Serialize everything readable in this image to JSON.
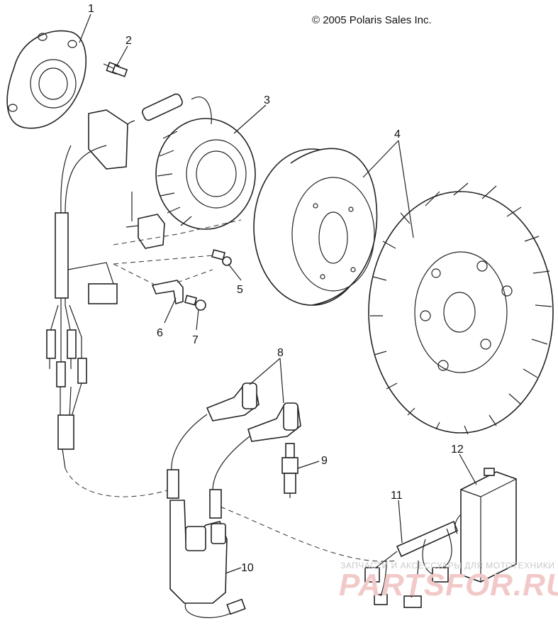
{
  "copyright": "© 2005 Polaris Sales Inc.",
  "callouts": [
    {
      "id": "1",
      "label": "1"
    },
    {
      "id": "2",
      "label": "2"
    },
    {
      "id": "3",
      "label": "3"
    },
    {
      "id": "4",
      "label": "4"
    },
    {
      "id": "5",
      "label": "5"
    },
    {
      "id": "6",
      "label": "6"
    },
    {
      "id": "7",
      "label": "7"
    },
    {
      "id": "8",
      "label": "8"
    },
    {
      "id": "9",
      "label": "9"
    },
    {
      "id": "10",
      "label": "10"
    },
    {
      "id": "11",
      "label": "11"
    },
    {
      "id": "12",
      "label": "12"
    }
  ],
  "watermark": {
    "tagline": "ЗАПЧАСТИ И АКСЕССУАРЫ ДЛЯ МОТОТЕХНИКИ",
    "logo": "PARTSFOR.RU"
  }
}
